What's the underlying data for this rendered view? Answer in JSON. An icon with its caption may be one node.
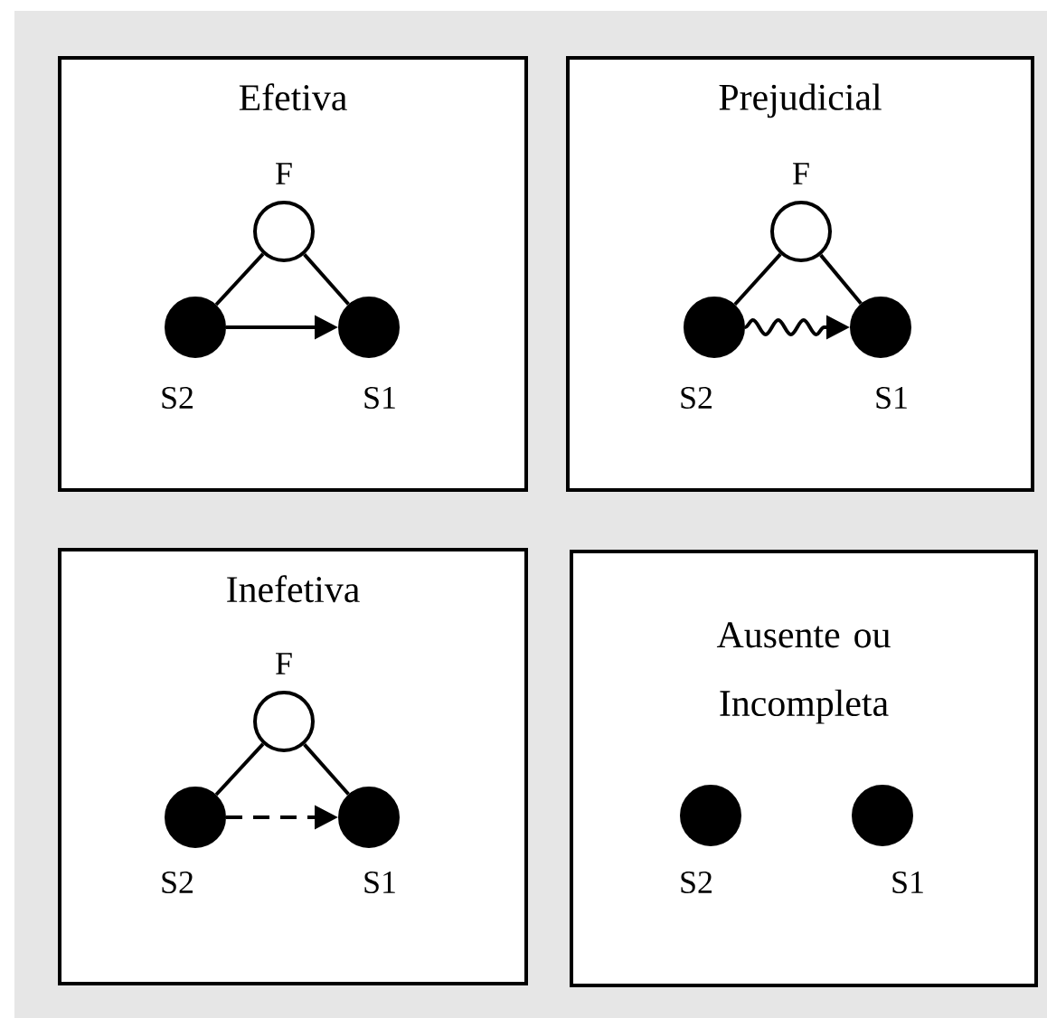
{
  "diagram": {
    "nodes": [
      {
        "text": [
          "Efetiva"
        ]
      },
      {
        "text": [],
        "shape": "circle",
        "beside": [
          "F"
        ],
        "in": 0
      },
      {
        "text": [],
        "shape": "circle",
        "beside": [
          "S2"
        ],
        "in": 0
      },
      {
        "text": [],
        "shape": "circle",
        "beside": [
          "S1"
        ],
        "in": 0
      },
      {
        "text": [
          "Prejudicial"
        ]
      },
      {
        "text": [],
        "shape": "circle",
        "beside": [
          "F"
        ],
        "in": 4
      },
      {
        "text": [],
        "shape": "circle",
        "beside": [
          "S2"
        ],
        "in": 4
      },
      {
        "text": [],
        "shape": "circle",
        "beside": [
          "S1"
        ],
        "in": 4
      },
      {
        "text": [
          "Inefetiva"
        ]
      },
      {
        "text": [],
        "shape": "circle",
        "beside": [
          "F"
        ],
        "in": 8
      },
      {
        "text": [],
        "shape": "circle",
        "beside": [
          "S2"
        ],
        "in": 8
      },
      {
        "text": [],
        "shape": "circle",
        "beside": [
          "S1"
        ],
        "in": 8
      },
      {
        "text": [
          "Ausente ou Incompleta"
        ]
      },
      {
        "text": [],
        "shape": "circle",
        "beside": [
          "S2"
        ],
        "in": 12
      },
      {
        "text": [],
        "shape": "circle",
        "beside": [
          "S1"
        ],
        "in": 12
      }
    ],
    "edges": [
      {
        "from": 1,
        "to": 2,
        "arrow": "none"
      },
      {
        "from": 1,
        "to": 3,
        "arrow": "none"
      },
      {
        "from": 2,
        "to": 3,
        "arrow": "to"
      },
      {
        "from": 5,
        "to": 6,
        "arrow": "none"
      },
      {
        "from": 5,
        "to": 7,
        "arrow": "none"
      },
      {
        "from": 6,
        "to": 7,
        "arrow": "to"
      },
      {
        "from": 9,
        "to": 10,
        "arrow": "none"
      },
      {
        "from": 9,
        "to": 11,
        "arrow": "none"
      },
      {
        "from": 10,
        "to": 11,
        "arrow": "to",
        "style": "dashed"
      }
    ]
  }
}
